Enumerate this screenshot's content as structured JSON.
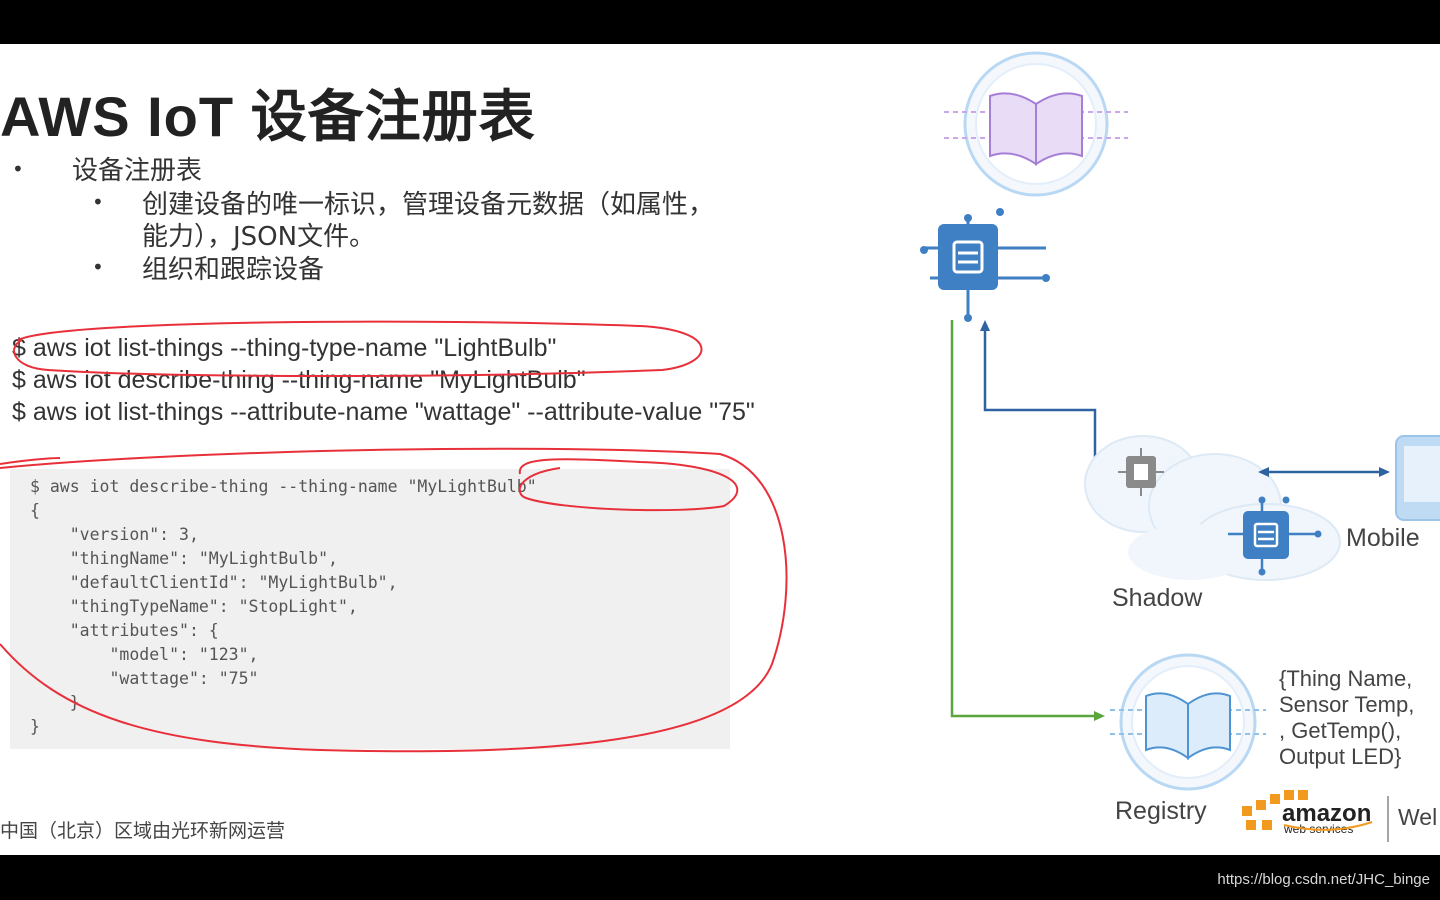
{
  "title": "AWS IoT 设备注册表",
  "bullets": {
    "l1": "设备注册表",
    "l2a_line1": "创建设备的唯一标识，管理设备元数据（如属性，",
    "l2a_line2": "能力），JSON文件。",
    "l2b": "组织和跟踪设备"
  },
  "commands": [
    "$ aws iot list-things --thing-type-name \"LightBulb\"",
    "$ aws iot describe-thing --thing-name \"MyLightBulb\"",
    "$ aws iot list-things --attribute-name \"wattage\" --attribute-value \"75\""
  ],
  "code": {
    "command": "$ aws iot describe-thing --thing-name \"MyLightBulb\"",
    "body": "{\n    \"version\": 3,\n    \"thingName\": \"MyLightBulb\",\n    \"defaultClientId\": \"MyLightBulb\",\n    \"thingTypeName\": \"StopLight\",\n    \"attributes\": {\n        \"model\": \"123\",\n        \"wattage\": \"75\"\n    }\n}"
  },
  "footer": "中国（北京）区域由光环新网运营",
  "diagram": {
    "shadow_label": "Shadow",
    "mobile_label": "Mobile",
    "registry_label": "Registry",
    "thing_text": [
      "{Thing Name,",
      "Sensor Temp,",
      ", GetTemp(),",
      "Output LED}"
    ],
    "amazon_word": "amazon",
    "amazon_sub": "web services",
    "web_cut": "Wel"
  },
  "watermark": "https://blog.csdn.net/JHC_binge",
  "colors": {
    "chip_blue": "#3f7fc3",
    "arrow_blue": "#2f62a0",
    "arrow_green": "#5aa63c",
    "annotation_red": "#e8303a",
    "book_purple": "#c9a7ea",
    "amazon_orange": "#f29a1f"
  }
}
